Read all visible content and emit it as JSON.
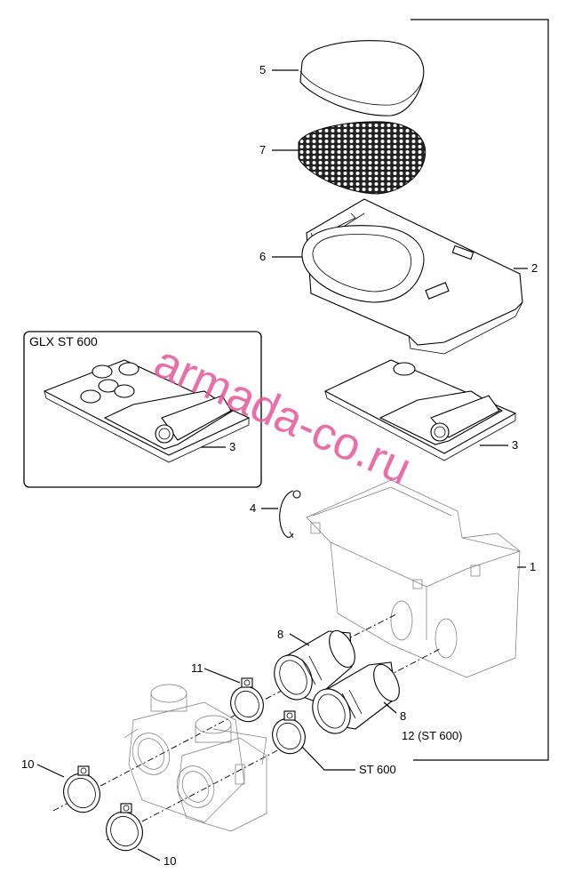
{
  "diagram": {
    "box_title": "GLX ST 600",
    "watermark": "armada-co.ru",
    "callouts": {
      "c1": "1",
      "c2": "2",
      "c3a": "3",
      "c3b": "3",
      "c4": "4",
      "c5": "5",
      "c6": "6",
      "c7": "7",
      "c8a": "8",
      "c8b": "8",
      "c10a": "10",
      "c10b": "10",
      "c11": "11",
      "c12": "12 (ST 600)",
      "st600": "ST 600"
    }
  }
}
